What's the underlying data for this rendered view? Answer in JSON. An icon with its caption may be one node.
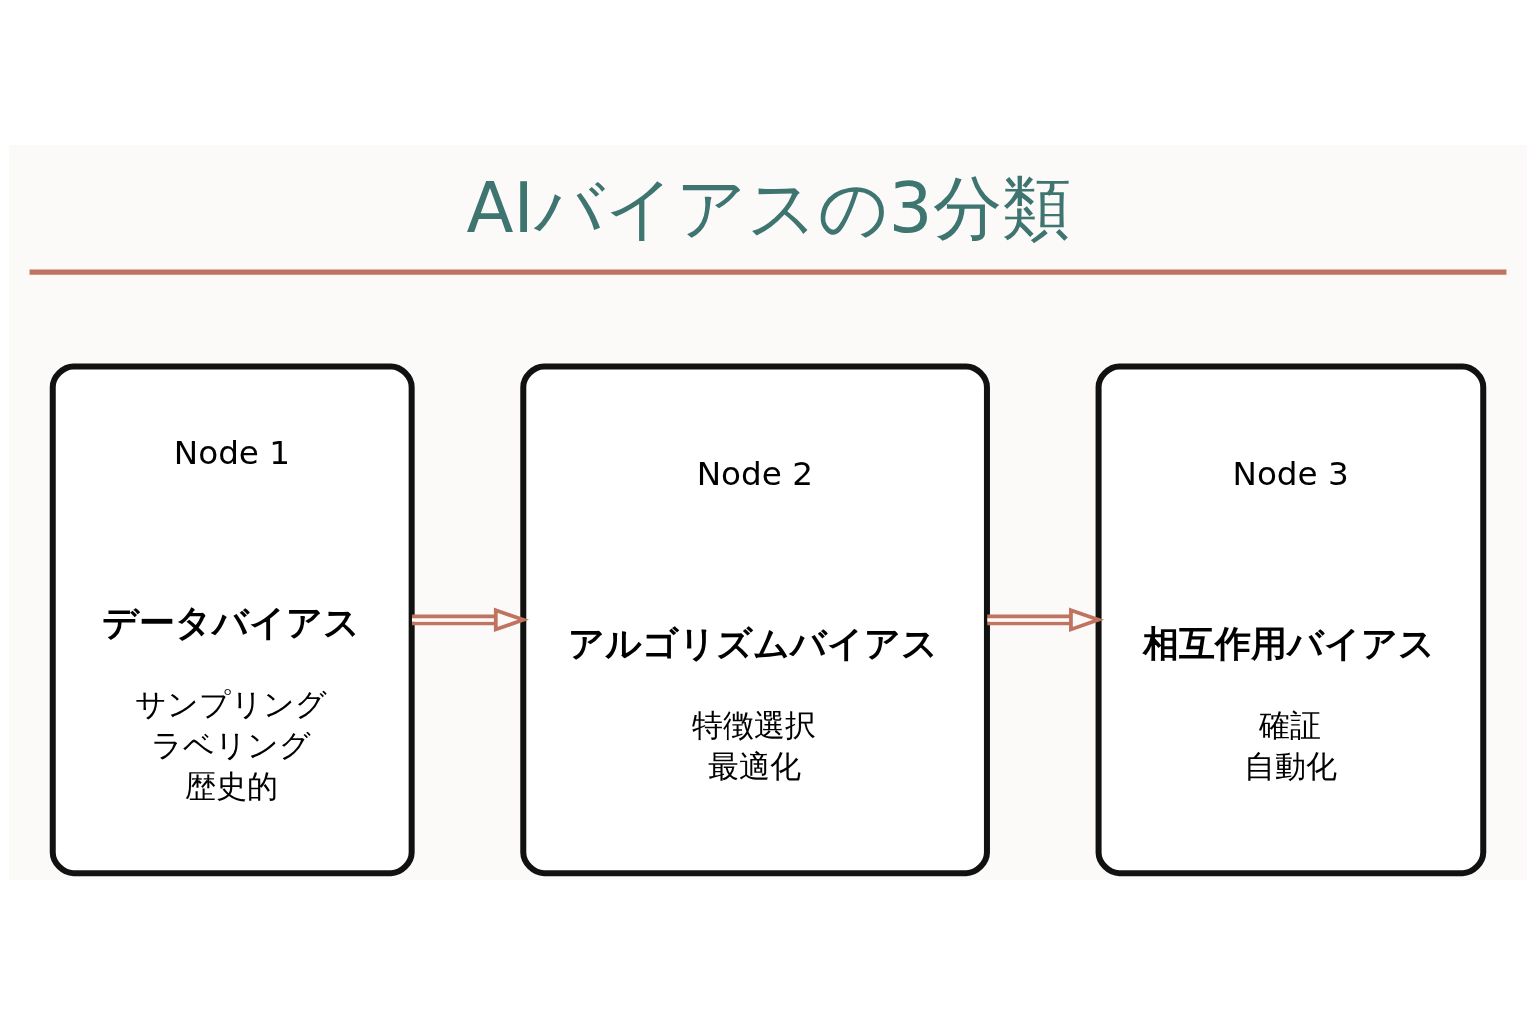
{
  "diagram": {
    "title": "AIバイアスの3分類",
    "nodes": [
      {
        "text": [
          "Node 1",
          "データバイアス",
          "サンプリング",
          "ラベリング",
          "歴史的"
        ]
      },
      {
        "text": [
          "Node 2",
          "アルゴリズムバイアス",
          "特徴選択",
          "最適化"
        ]
      },
      {
        "text": [
          "Node 3",
          "相互作用バイアス",
          "確証",
          "自動化"
        ]
      }
    ],
    "edges": [
      {
        "from": 0,
        "to": 1,
        "arrow": "to"
      },
      {
        "from": 1,
        "to": 2,
        "arrow": "to"
      }
    ]
  }
}
